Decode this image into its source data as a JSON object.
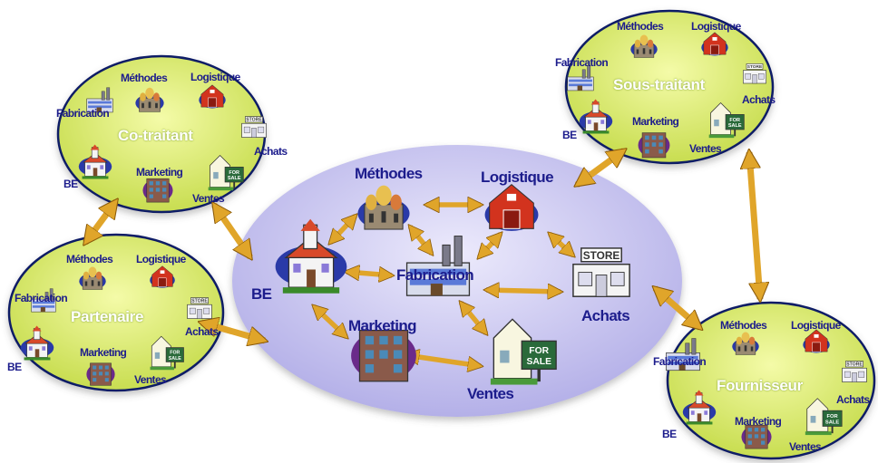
{
  "diagram": {
    "center": {
      "methodes": "Méthodes",
      "logistique": "Logistique",
      "fabrication": "Fabrication",
      "be": "BE",
      "marketing": "Marketing",
      "achats": "Achats",
      "ventes": "Ventes"
    },
    "cotraitant": {
      "name": "Co-traitant",
      "methodes": "Méthodes",
      "logistique": "Logistique",
      "fabrication": "Fabrication",
      "achats": "Achats",
      "be": "BE",
      "marketing": "Marketing",
      "ventes": "Ventes"
    },
    "partenaire": {
      "name": "Partenaire",
      "methodes": "Méthodes",
      "logistique": "Logistique",
      "fabrication": "Fabrication",
      "achats": "Achats",
      "be": "BE",
      "marketing": "Marketing",
      "ventes": "Ventes"
    },
    "soustraitant": {
      "name": "Sous-traitant",
      "methodes": "Méthodes",
      "logistique": "Logistique",
      "fabrication": "Fabrication",
      "achats": "Achats",
      "be": "BE",
      "marketing": "Marketing",
      "ventes": "Ventes"
    },
    "fournisseur": {
      "name": "Fournisseur",
      "methodes": "Méthodes",
      "logistique": "Logistique",
      "fabrication": "Fabrication",
      "achats": "Achats",
      "be": "BE",
      "marketing": "Marketing",
      "ventes": "Ventes"
    },
    "colors": {
      "center_fill": "#c9c6f0",
      "partner_fill": "#e2f07a",
      "label_text": "#1c1c8c",
      "arrow": "#e0a52a",
      "outline": "#0e1a66"
    },
    "icons": [
      "church-icon",
      "onion-dome-building-icon",
      "red-barn-icon",
      "factory-icon",
      "store-icon",
      "office-building-icon",
      "for-sale-house-icon"
    ]
  }
}
